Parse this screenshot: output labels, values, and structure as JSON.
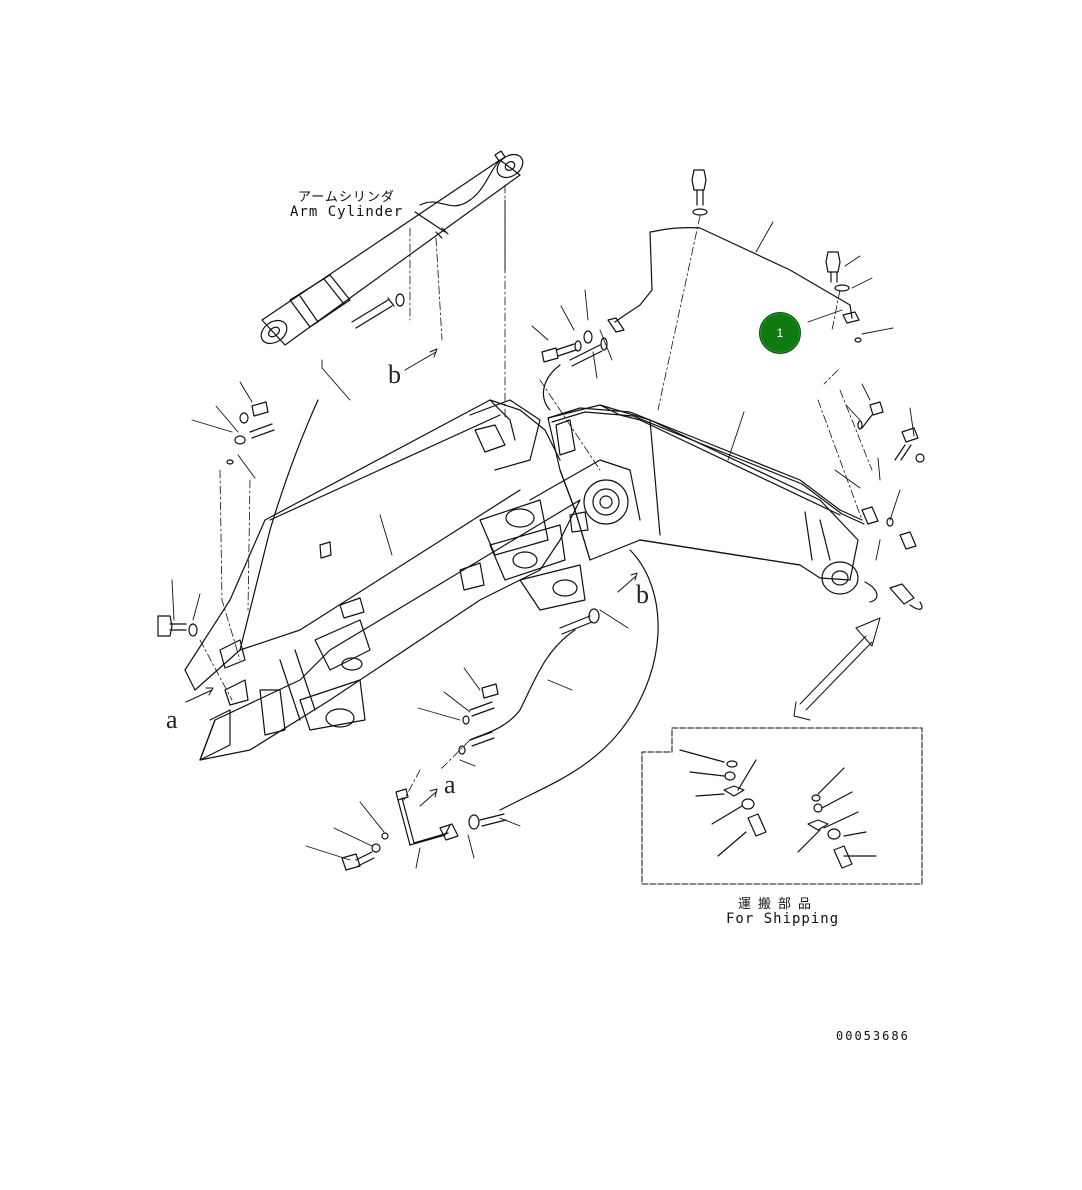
{
  "labels": {
    "arm_cylinder_jp": "アームシリンダ",
    "arm_cylinder_en": "Arm Cylinder",
    "for_shipping_jp": "運搬部品",
    "for_shipping_en": "For Shipping",
    "document_id": "00053686"
  },
  "reference_marks": {
    "a": "a",
    "b": "b"
  },
  "callouts": [
    {
      "number": "1",
      "color": "#0f7a0f"
    }
  ]
}
